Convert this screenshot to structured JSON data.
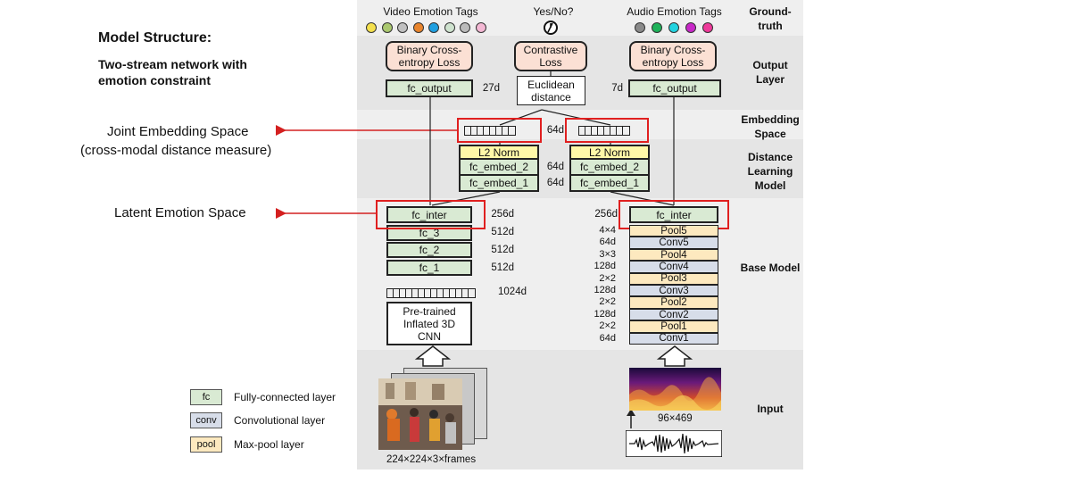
{
  "title": "Model Structure:",
  "subtitle_line1": "Two-stream network with",
  "subtitle_line2": "emotion constraint",
  "annotations": {
    "joint_line1": "Joint Embedding Space",
    "joint_line2": "(cross-modal distance measure)",
    "latent": "Latent Emotion Space"
  },
  "rows": {
    "ground_truth": "Ground-\ntruth",
    "output_layer": "Output\nLayer",
    "embedding_space": "Embedding\nSpace",
    "distance_learning": "Distance\nLearning\nModel",
    "base_model": "Base Model",
    "input": "Input"
  },
  "tags": {
    "video": "Video Emotion Tags",
    "yesno": "Yes/No?",
    "audio": "Audio Emotion Tags",
    "video_colors": [
      "#f4e04d",
      "#aac86f",
      "#c0c0c0",
      "#e8842c",
      "#1f9fe0",
      "#cfe3cf",
      "#bbbbbb",
      "#f4b8d4"
    ],
    "audio_colors": [
      "#8a8a8a",
      "#1fb25a",
      "#22d3e0",
      "#c828c8",
      "#ee3a9a"
    ]
  },
  "losses": {
    "left": "Binary Cross-\nentropy Loss",
    "center": "Contrastive\nLoss",
    "right": "Binary Cross-\nentropy Loss",
    "euclid": "Euclidean\ndistance"
  },
  "layers": {
    "fc_output": "fc_output",
    "l2norm": "L2 Norm",
    "fc_embed_2": "fc_embed_2",
    "fc_embed_1": "fc_embed_1",
    "fc_inter": "fc_inter",
    "fc_3": "fc_3",
    "fc_2": "fc_2",
    "fc_1": "fc_1",
    "pretrained": "Pre-trained\nInflated 3D\nCNN",
    "pool5": "Pool5",
    "conv5": "Conv5",
    "pool4": "Pool4",
    "conv4": "Conv4",
    "pool3": "Pool3",
    "conv3": "Conv3",
    "pool2": "Pool2",
    "conv2": "Conv2",
    "pool1": "Pool1",
    "conv1": "Conv1"
  },
  "dims": {
    "d27": "27d",
    "d7": "7d",
    "d64a": "64d",
    "d64b": "64d",
    "d64c": "64d",
    "d256a": "256d",
    "d256b": "256d",
    "d512a": "512d",
    "d512b": "512d",
    "d512c": "512d",
    "d1024": "1024d",
    "a_4x4": "4×4",
    "a_64d": "64d",
    "a_3x3": "3×3",
    "a_128d1": "128d",
    "a_2x2a": "2×2",
    "a_128d2": "128d",
    "a_2x2b": "2×2",
    "a_128d3": "128d",
    "a_2x2c": "2×2",
    "a_64d2": "64d",
    "video_size": "224×224×3×frames",
    "audio_size": "96×469"
  },
  "legend": {
    "fc_tag": "fc",
    "fc_text": "Fully-connected layer",
    "conv_tag": "conv",
    "conv_text": "Convolutional layer",
    "pool_tag": "pool",
    "pool_text": "Max-pool layer"
  }
}
